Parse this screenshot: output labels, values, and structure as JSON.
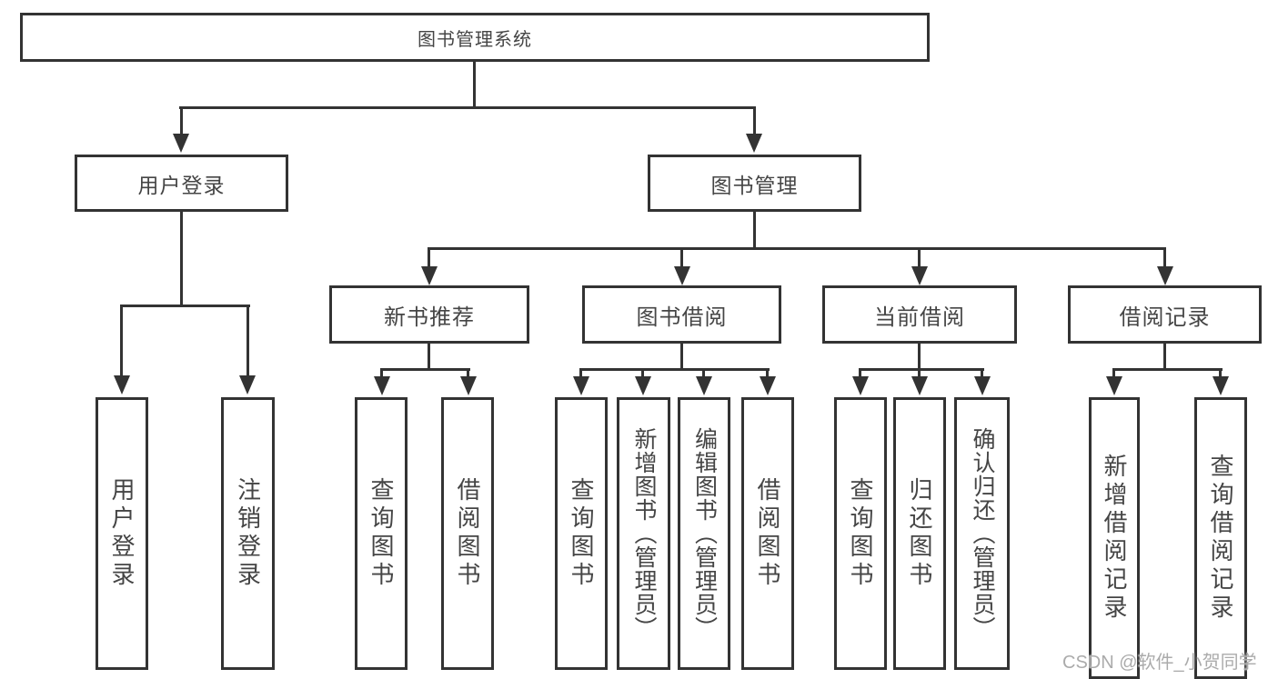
{
  "colors": {
    "line": "#333333",
    "text": "#454545",
    "background": "#ffffff",
    "watermark": "#ababab"
  },
  "watermark": {
    "label": "CSDN @软件_小贺同学"
  },
  "nodes": {
    "root": {
      "label": "图书管理系统"
    },
    "level2": [
      {
        "label": "用户登录",
        "children": [
          {
            "label": "用户登录"
          },
          {
            "label": "注销登录"
          }
        ]
      },
      {
        "label": "图书管理",
        "children": [
          {
            "label": "新书推荐",
            "children": [
              {
                "label": "查询图书"
              },
              {
                "label": "借阅图书"
              }
            ]
          },
          {
            "label": "图书借阅",
            "children": [
              {
                "label": "查询图书"
              },
              {
                "label": "新增图书（管理员）"
              },
              {
                "label": "编辑图书（管理员）"
              },
              {
                "label": "借阅图书"
              }
            ]
          },
          {
            "label": "当前借阅",
            "children": [
              {
                "label": "查询图书"
              },
              {
                "label": "归还图书"
              },
              {
                "label": "确认归还（管理员）"
              }
            ]
          },
          {
            "label": "借阅记录",
            "children": [
              {
                "label": "新增借阅记录"
              },
              {
                "label": "查询借阅记录"
              }
            ]
          }
        ]
      }
    ]
  }
}
